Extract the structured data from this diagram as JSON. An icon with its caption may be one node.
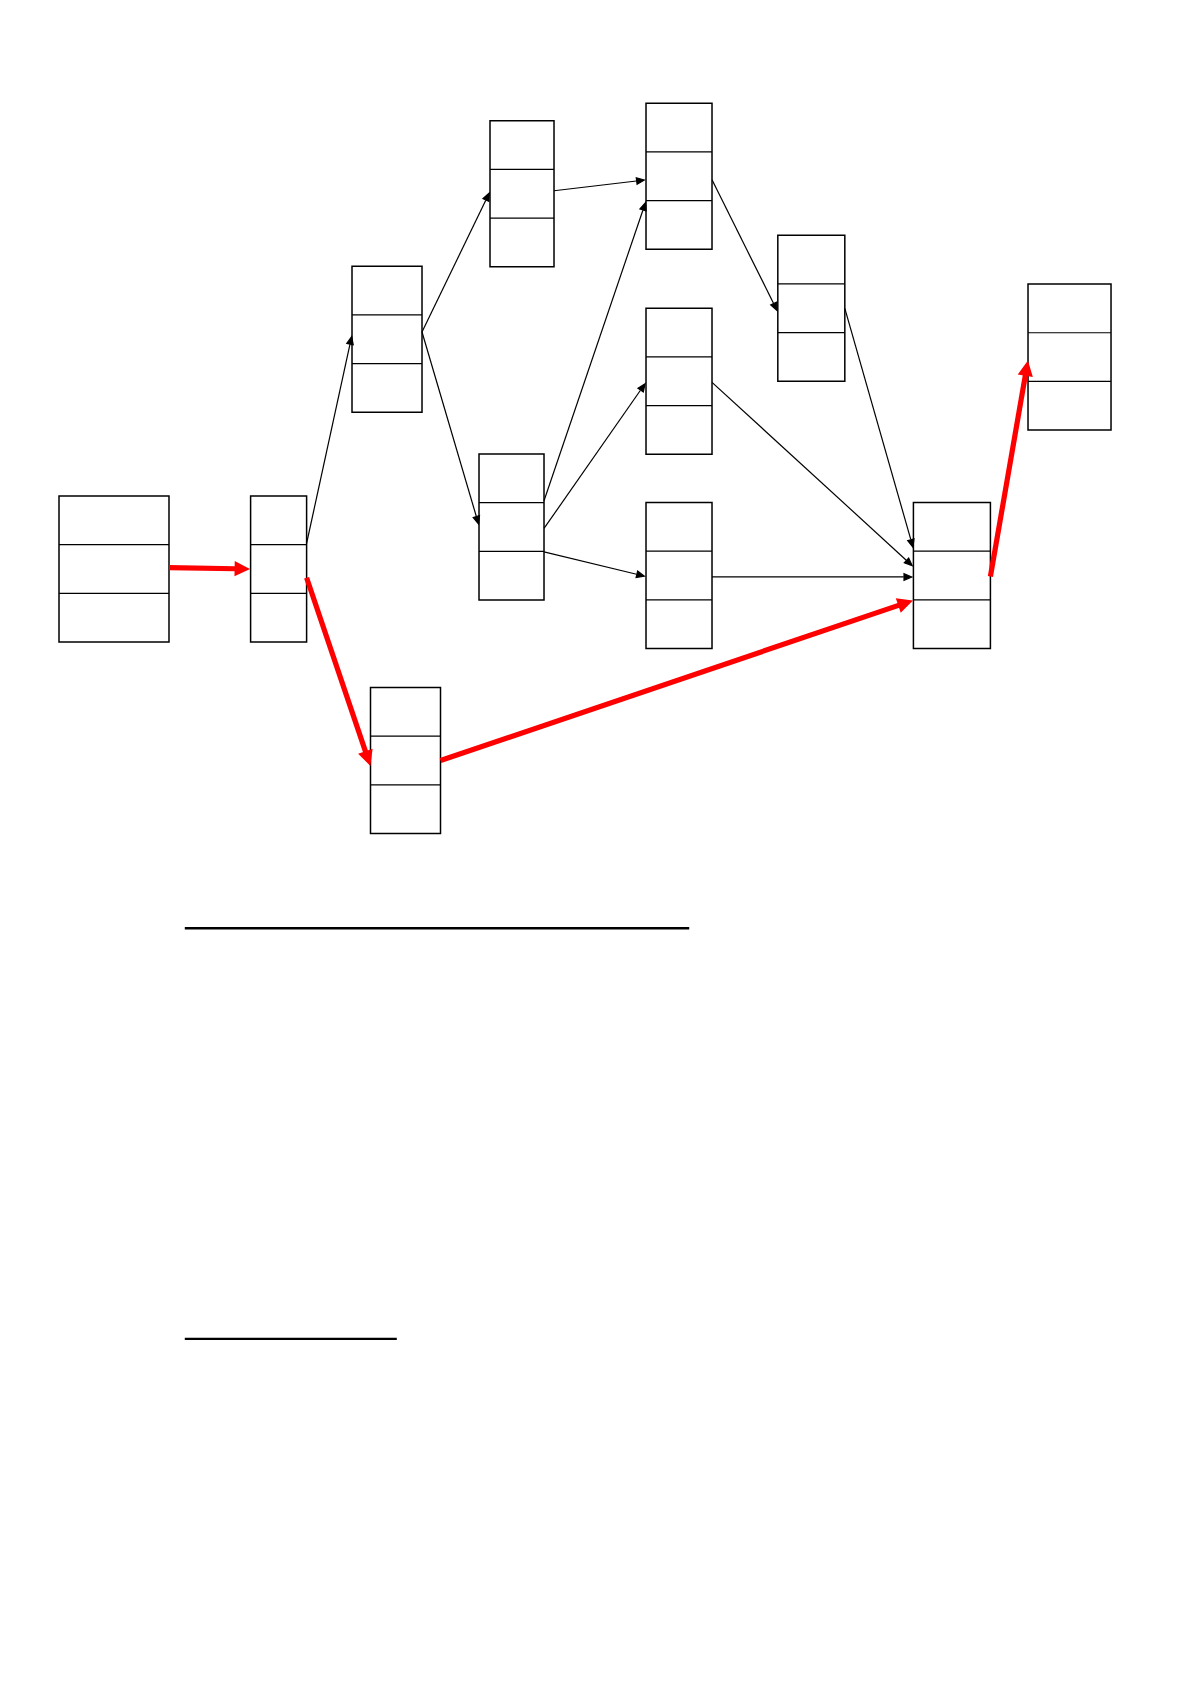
{
  "diagram": {
    "nodes": [
      {
        "text": [],
        "shape": "box"
      },
      {
        "text": [],
        "shape": "box"
      },
      {
        "text": [],
        "shape": "box"
      },
      {
        "text": [],
        "shape": "box"
      },
      {
        "text": [],
        "shape": "box"
      },
      {
        "text": [],
        "shape": "box"
      },
      {
        "text": [],
        "shape": "box"
      },
      {
        "text": [],
        "shape": "box"
      },
      {
        "text": [],
        "shape": "box"
      },
      {
        "text": [],
        "shape": "box"
      },
      {
        "text": [],
        "shape": "box"
      },
      {
        "text": [],
        "shape": "box"
      }
    ],
    "edges": [
      {
        "from": 0,
        "to": 1,
        "arrow": "to",
        "style": "thick",
        "color": "#ff0000"
      },
      {
        "from": 1,
        "to": 2,
        "arrow": "to"
      },
      {
        "from": 1,
        "to": 3,
        "arrow": "to",
        "style": "thick",
        "color": "#ff0000"
      },
      {
        "from": 2,
        "to": 4,
        "arrow": "to"
      },
      {
        "from": 2,
        "to": 5,
        "arrow": "to"
      },
      {
        "from": 4,
        "to": 6,
        "arrow": "to"
      },
      {
        "from": 5,
        "to": 6,
        "arrow": "to"
      },
      {
        "from": 5,
        "to": 7,
        "arrow": "to"
      },
      {
        "from": 5,
        "to": 8,
        "arrow": "to"
      },
      {
        "from": 6,
        "to": 9,
        "arrow": "to"
      },
      {
        "from": 7,
        "to": 10,
        "arrow": "to"
      },
      {
        "from": 9,
        "to": 10,
        "arrow": "to"
      },
      {
        "from": 8,
        "to": 10,
        "arrow": "to"
      },
      {
        "from": 3,
        "to": 10,
        "arrow": "to",
        "style": "thick",
        "color": "#ff0000"
      },
      {
        "from": 10,
        "to": 11,
        "arrow": "to",
        "style": "thick",
        "color": "#ff0000"
      }
    ]
  }
}
